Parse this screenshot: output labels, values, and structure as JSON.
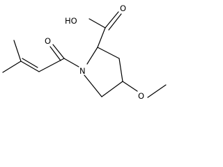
{
  "molecule": {
    "atoms": {
      "oh": "HO",
      "o_acid": "O",
      "o_amide": "O",
      "n": "N",
      "o_methoxy": "O"
    },
    "colors": {
      "bond": "#000000",
      "label": "#000000",
      "background": "#ffffff"
    }
  }
}
